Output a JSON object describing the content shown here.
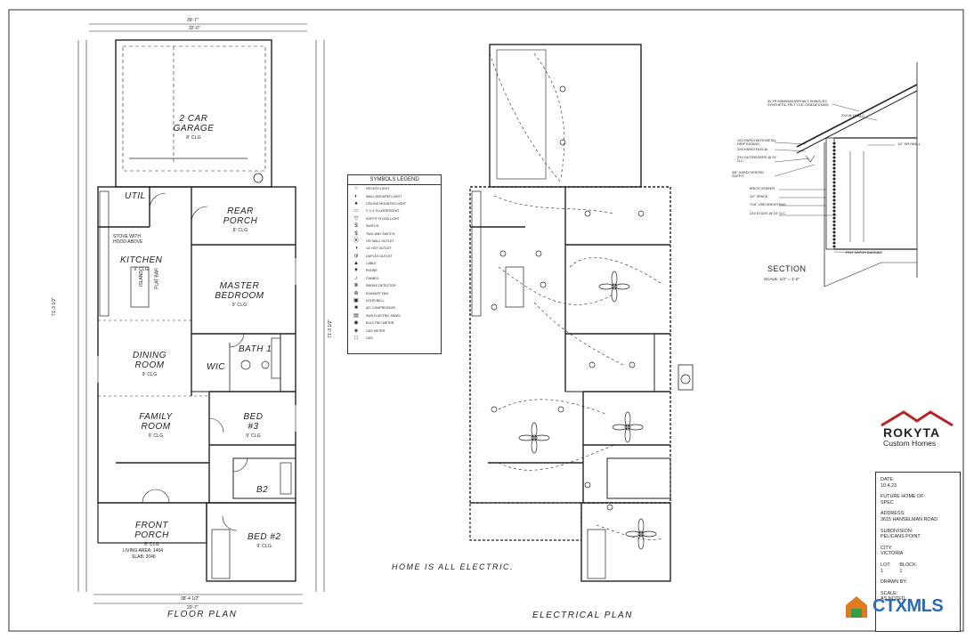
{
  "floor_plan": {
    "title": "FLOOR PLAN",
    "overall_width": "39'-7\"",
    "rooms": {
      "garage": {
        "name": "2 CAR GARAGE",
        "ceiling": "8' CLG"
      },
      "util": {
        "name": "UTIL",
        "ceiling": ""
      },
      "rear_porch": {
        "name": "REAR PORCH",
        "ceiling": "8' CLG"
      },
      "kitchen": {
        "name": "KITCHEN",
        "ceiling": "9' CLG"
      },
      "master": {
        "name": "MASTER BEDROOM",
        "ceiling": "9' CLG"
      },
      "dining": {
        "name": "DINING ROOM",
        "ceiling": "9' CLG"
      },
      "bath1": {
        "name": "BATH 1",
        "ceiling": ""
      },
      "wic": {
        "name": "WIC",
        "ceiling": ""
      },
      "family": {
        "name": "FAMILY ROOM",
        "ceiling": "9' CLG"
      },
      "bed3": {
        "name": "BED #3",
        "ceiling": "9' CLG"
      },
      "b2": {
        "name": "B2",
        "ceiling": ""
      },
      "front_porch": {
        "name": "FRONT PORCH",
        "ceiling": "8' CLG"
      },
      "bed2": {
        "name": "BED #2",
        "ceiling": "9' CLG"
      }
    },
    "notes": {
      "living_area": "LIVING AREA: 1404",
      "slab": "SLAB: 2046",
      "stove": "STOVE WITH HOOD ABOVE",
      "island": "ISLAND",
      "flat_bar": "FLAT BAR"
    },
    "dims": {
      "top_a": "32'-0\"",
      "left": "71'-3 1/2\"",
      "right": "71'-3 1/2\"",
      "bottom": "38'-4 1/2\"",
      "bottom_b": "29'-7\""
    }
  },
  "electrical_plan": {
    "title": "ELECTRICAL PLAN",
    "note": "HOME IS ALL ELECTRIC."
  },
  "legend": {
    "title": "SYMBOLS LEGEND",
    "items": [
      "RECESS LIGHT",
      "WALL MOUNTED LIGHT",
      "CEILING MOUNTED LIGHT",
      "2' X 4' FLUORESCENT",
      "SOFFIT FLOOD LIGHT",
      "SWITCH",
      "TWO-WAY SWITCH",
      "GFI WALL OUTLET",
      "1/2 HOT OUTLET",
      "DUPLEX OUTLET",
      "CABLE",
      "PHONE",
      "CHIMES",
      "SMOKE DETECTOR",
      "EXHAUST FAN",
      "DOOR BELL",
      "A/C COMPRESSOR",
      "SWS ELECTRIC PANEL",
      "ELECTRIC METER",
      "GAS METER",
      "GAS"
    ]
  },
  "section": {
    "title": "SECTION",
    "scale": "SCALE: 1/2\" = 1'-0\"",
    "callouts": [
      "30 YR MINIMUM ASPHALT SHINGLES SYNTHETIC FELT 7/16\" OSB DECKING",
      "2X4 @ 16\" O.C.",
      "1X2 HARDI WITH METAL DRIP EDGING",
      "2X6 HARDI FASCIA",
      "2X4 OUTRIGGERS @ 24\" O.C.",
      "3/8\" HARDI VENTED SOFFIT",
      "1/2\" DRYWALL",
      "BRICK VENEER",
      "1/2\" SPACE",
      "7/16\" OSB SHEATHING",
      "2X4 STUDS @ 16\" O.C.",
      "FELT VAPOR BARRIER"
    ]
  },
  "logo": {
    "name": "ROKYTA",
    "tagline": "Custom Homes"
  },
  "title_block": {
    "date_label": "DATE:",
    "date": "10.4.23",
    "future_label": "FUTURE HOME OF:",
    "future": "SPEC",
    "address_label": "ADDRESS:",
    "address": "3615 HANSELMAN ROAD",
    "subdivision_label": "SUBDIVISION:",
    "subdivision": "PELICANS POINT",
    "city_label": "CITY:",
    "city": "VICTORIA",
    "lot_label": "LOT:",
    "lot": "1",
    "block_label": "BLOCK:",
    "block": "1",
    "drawn_label": "DRAWN BY:",
    "drawn": "",
    "scale_label": "SCALE:",
    "scale": "AS NOTED"
  },
  "watermark": "CTXMLS",
  "colors": {
    "ink": "#222222",
    "logo_red": "#b32424",
    "mls_blue": "#2b6cb0",
    "mls_orange": "#e07b22",
    "mls_green": "#3a9b45"
  }
}
